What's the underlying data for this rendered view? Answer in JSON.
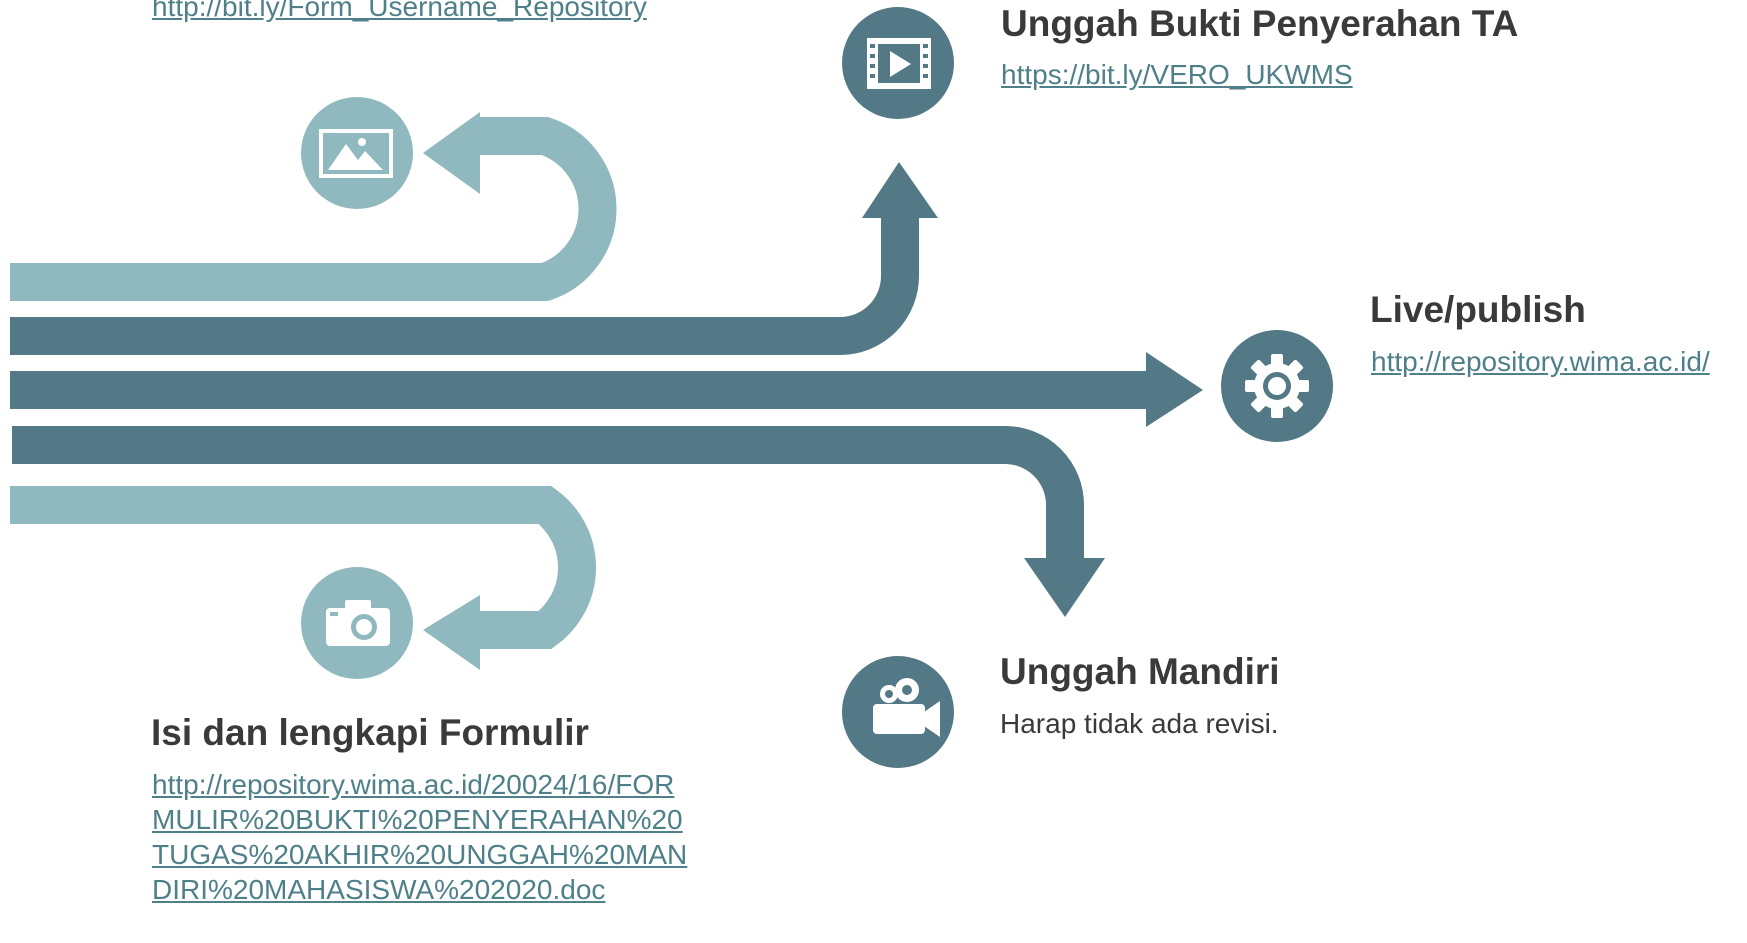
{
  "colors": {
    "dark": "#527985",
    "light": "#8fb9bf",
    "title_text": "#3a3a3a",
    "link_text": "#4f8089"
  },
  "top_left": {
    "link": "http://bit.ly/Form_Username_Repository"
  },
  "unggah_bukti": {
    "title": "Unggah Bukti Penyerahan TA",
    "link": "https://bit.ly/VERO_UKWMS",
    "icon": "film-icon"
  },
  "live_publish": {
    "title": "Live/publish",
    "link": "http://repository.wima.ac.id/",
    "icon": "gear-icon"
  },
  "unggah_mandiri": {
    "title": "Unggah Mandiri",
    "text": "Harap tidak ada revisi.",
    "icon": "video-camera-icon"
  },
  "isi_formulir": {
    "title": "Isi dan lengkapi Formulir",
    "link": "http://repository.wima.ac.id/20024/16/FORMULIR%20BUKTI%20PENYERAHAN%20TUGAS%20AKHIR%20UNGGAH%20MANDIRI%20MAHASISWA%202020.doc",
    "icon": "camera-icon"
  },
  "image_step": {
    "icon": "image-icon"
  }
}
